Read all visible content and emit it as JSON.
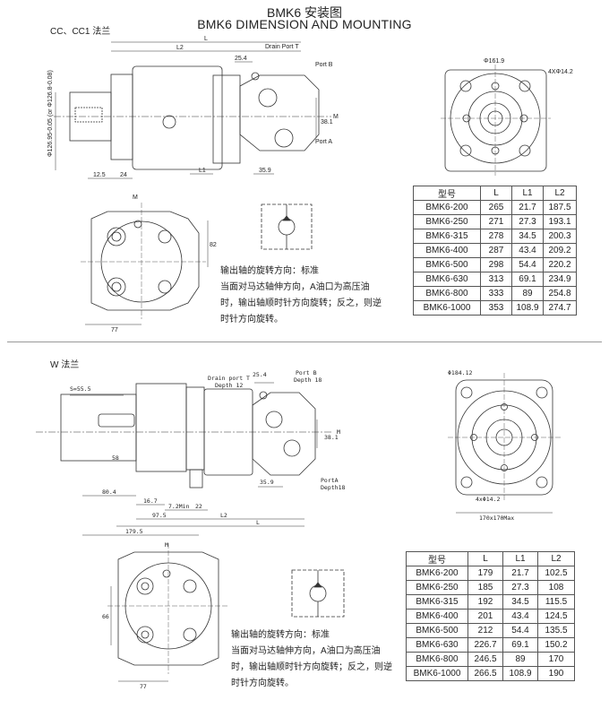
{
  "header": {
    "title_cn": "BMK6 安装图",
    "title_en": "BMK6 DIMENSION AND MOUNTING"
  },
  "section1": {
    "label": "CC、CC1 法兰",
    "dims": {
      "L2": "L2",
      "L": "L",
      "L1": "L1",
      "d254": "25.4",
      "d381": "38.1",
      "d359": "35.9",
      "d125": "12.5",
      "d24": "24",
      "d82": "82",
      "d77": "77",
      "M": "M",
      "drain": "Drain Port T",
      "portB": "Port B",
      "portA": "Port A",
      "shaft": "Φ126.95-0.05 (or Φ126.8-0.08)",
      "phi1619": "Φ161.9",
      "holes": "4XΦ14.2"
    },
    "table": {
      "headers": [
        "型号",
        "L",
        "L1",
        "L2"
      ],
      "rows": [
        [
          "BMK6-200",
          "265",
          "21.7",
          "187.5"
        ],
        [
          "BMK6-250",
          "271",
          "27.3",
          "193.1"
        ],
        [
          "BMK6-315",
          "278",
          "34.5",
          "200.3"
        ],
        [
          "BMK6-400",
          "287",
          "43.4",
          "209.2"
        ],
        [
          "BMK6-500",
          "298",
          "54.4",
          "220.2"
        ],
        [
          "BMK6-630",
          "313",
          "69.1",
          "234.9"
        ],
        [
          "BMK6-800",
          "333",
          "89",
          "254.8"
        ],
        [
          "BMK6-1000",
          "353",
          "108.9",
          "274.7"
        ]
      ]
    },
    "note": [
      "输出轴的旋转方向：标准",
      "当面对马达轴伸方向，A油口为高压油",
      "时，输出轴顺时针方向旋转；反之，则逆",
      "时针方向旋转。"
    ]
  },
  "section2": {
    "label": "W 法兰",
    "dims": {
      "S": "S=55.5",
      "drain": "Drain port T",
      "depth12": "Depth 12",
      "portB": "Port B",
      "depth18": "Depth 18",
      "portA": "PortA",
      "depth18b": "Depth18",
      "d254": "25.4",
      "d381": "38.1",
      "d359": "35.9",
      "d167": "16.7",
      "d72": "7.2Min",
      "d22": "22",
      "d975": "97.5",
      "d1795": "179.5",
      "d804": "80.4",
      "d58": "58",
      "L": "L",
      "L2": "L2",
      "d66": "66",
      "d77": "77",
      "M": "M",
      "phi18412": "Φ184.12",
      "holes": "4xΦ14.2",
      "flange": "170x170Max"
    },
    "table": {
      "headers": [
        "型号",
        "L",
        "L1",
        "L2"
      ],
      "rows": [
        [
          "BMK6-200",
          "179",
          "21.7",
          "102.5"
        ],
        [
          "BMK6-250",
          "185",
          "27.3",
          "108"
        ],
        [
          "BMK6-315",
          "192",
          "34.5",
          "115.5"
        ],
        [
          "BMK6-400",
          "201",
          "43.4",
          "124.5"
        ],
        [
          "BMK6-500",
          "212",
          "54.4",
          "135.5"
        ],
        [
          "BMK6-630",
          "226.7",
          "69.1",
          "150.2"
        ],
        [
          "BMK6-800",
          "246.5",
          "89",
          "170"
        ],
        [
          "BMK6-1000",
          "266.5",
          "108.9",
          "190"
        ]
      ]
    },
    "note": [
      "输出轴的旋转方向：标准",
      "当面对马达轴伸方向，A油口为高压油",
      "时，输出轴顺时针方向旋转；反之，则逆",
      "时针方向旋转。"
    ]
  }
}
